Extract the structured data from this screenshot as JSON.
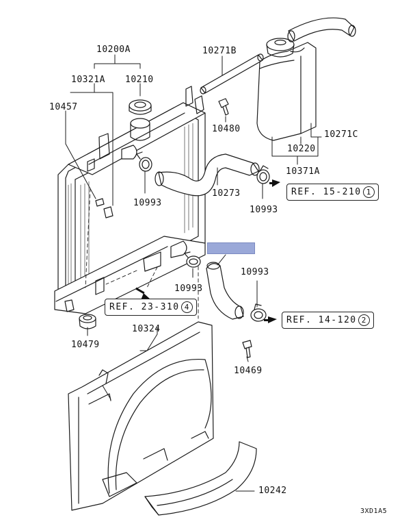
{
  "diagram": {
    "drawing_code": "3XD1A5",
    "parts": {
      "p10200A": "10200A",
      "p10321A": "10321A",
      "p10210": "10210",
      "p10457": "10457",
      "p10271B": "10271B",
      "p10480": "10480",
      "p10271C": "10271C",
      "p10220": "10220",
      "p10371A": "10371A",
      "p10993_a": "10993",
      "p10273": "10273",
      "p10993_b": "10993",
      "p10993_c": "10993",
      "p10993_d": "10993",
      "p10479": "10479",
      "p10324": "10324",
      "p10469": "10469",
      "p10242": "10242"
    },
    "references": [
      {
        "text": "REF. 15-210",
        "circle": "1"
      },
      {
        "text": "REF. 23-310",
        "circle": "4"
      },
      {
        "text": "REF. 14-120",
        "circle": "2"
      }
    ],
    "highlight_color": "#9aa8d8"
  }
}
